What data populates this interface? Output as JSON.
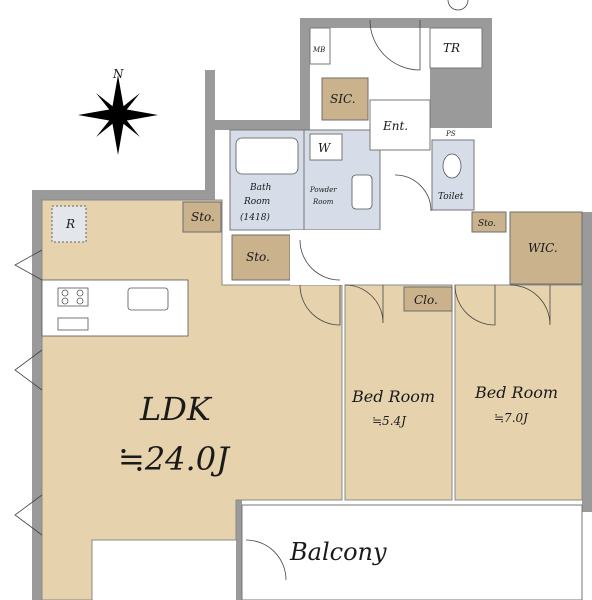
{
  "compass": {
    "north_label": "N"
  },
  "rooms": {
    "ldk": {
      "name": "LDK",
      "size": "≒24.0J"
    },
    "bedroom1": {
      "name": "Bed Room",
      "size": "≒5.4J"
    },
    "bedroom2": {
      "name": "Bed Room",
      "size": "≒7.0J"
    },
    "balcony": {
      "name": "Balcony"
    },
    "bathroom": {
      "name_line1": "Bath",
      "name_line2": "Room",
      "name_line3": "(1418)"
    },
    "powder": {
      "name_line1": "Powder",
      "name_line2": "Room"
    },
    "toilet": {
      "name": "Toilet"
    },
    "entrance": {
      "name": "Ent."
    },
    "sic": {
      "name": "SIC."
    },
    "wic": {
      "name": "WIC."
    },
    "tr": {
      "name": "TR"
    },
    "mb": {
      "name": "MB"
    },
    "ps": {
      "name": "PS"
    },
    "washer": {
      "name": "W"
    },
    "fridge": {
      "name": "R"
    },
    "closet": {
      "name": "Clo."
    },
    "storage1": {
      "name": "Sto."
    },
    "storage2": {
      "name": "Sto."
    },
    "storage3": {
      "name": "Sto."
    }
  },
  "colors": {
    "floor_wood": "#e6d3ad",
    "storage": "#c9b28c",
    "wet_area": "#d6dde8",
    "wall": "#9a9a9a"
  }
}
